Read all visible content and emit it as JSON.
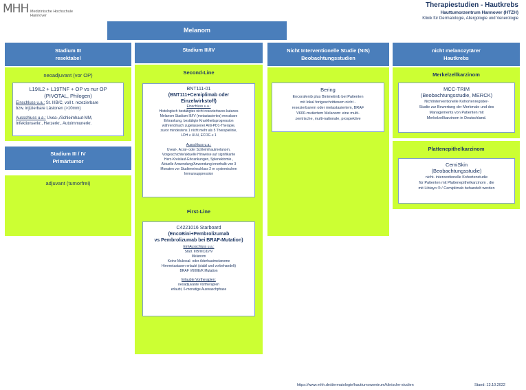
{
  "header": {
    "logo": "MHH",
    "logo_lines": [
      "Medizinische Hochschule",
      "Hannover"
    ],
    "title": "Therapiestudien - Hautkrebs",
    "subtitle1": "Hauttumorzentrum Hannover (HTZH)",
    "subtitle2": "Klinik für Dermatologie, Allergologie und Venerologie"
  },
  "melanom": "Melanom",
  "columns": {
    "c1": {
      "header_line1": "Stadium III",
      "header_line2": "resektabel",
      "section1_title": "neoadjuvant (vor OP)",
      "card1": {
        "title1": "L19IL2 + L19TNF + OP vs nur OP",
        "title2": "(PIVOTAL, Philogen)",
        "ein_label": "Einschluss  u.a.:",
        "ein_text1": " St. IIIB/C, voll t. rezezierbare",
        "ein_text2": "bzw. injizierbare Läsionen (>10mm)",
        "aus_label": "Ausschluss  u.a.:",
        "aus_text1": " Uvea-,/Schleimhaut-MM,",
        "aus_text2": "Infektionserkr., Herzerkr., Autoimmunerkr."
      },
      "header2_line1": "Stadium III / IV",
      "header2_line2": "Primärtumor",
      "section2_title": "adjuvant (tumorfrei)"
    },
    "c2": {
      "header": "Stadium III/IV",
      "second_line": "Second-Line",
      "card1": {
        "title1": "BNT111-01",
        "title2": "(BNT111+Cemiplimab oder",
        "title3": "Einzelwirkstoff)",
        "ein_label": "Einschluss u.a.:",
        "ein_lines": [
          "Histologisch bestätigtes nicht resezierbares kutanes",
          "Melanom Stadium III/IV (metastasiertes) messbare",
          "Erkrankung, bestätigte Krankheitsprogression",
          "während/nach zugelassener Anti-PD1-Therapie,",
          "zuvor mindestens 1  nicht mehr als 5 Therapielinie,",
          "LDH ≤ ULN, ECOG ≤ 1"
        ],
        "aus_label": "Ausschluss u.a.:",
        "aus_lines": [
          "Uveal-, Acral- oder Schleimhautmelanom,",
          "Vorgeschichte/aktuelle Hinweise auf signifikante",
          "Herz-Kreislauf-Erkrankungen, Splenektomie ,",
          "Aktuelle Anwendung/Anwendung innerhalb von 3",
          "Monaten vor Studieneinschluss 2 er systemischen",
          "Immunsuppression"
        ]
      },
      "first_line": "First-Line",
      "card2": {
        "title1": "C4221016 Starboard",
        "title2": "(EncoBini+Pembrolizumab",
        "title3": "vs Pembrolizumab bei BRAF-Mutation)",
        "ein_label": "Ein/Ausschluss u.a.:",
        "ein_lines": [
          "Stad. IIIB/IIIC/D/IV",
          "Melanom",
          "Keine Mukosal- oder Aderhautmelanome",
          "Hirnmetastasen erlaubt (stabil und vorbehandelt)",
          "BRAF V600E/K Mutation"
        ],
        "vor_label": "Erlaubte Vortherapien:",
        "vor_lines": [
          "neoadjuvante Vortherapien",
          "erlaubt, 6-monatige Auswaschphase"
        ]
      }
    },
    "c3": {
      "header_line1": "Nicht Interventionelle Studie (NIS)",
      "header_line2": "Beobachtungsstudien",
      "card1": {
        "title": "Bering",
        "lines": [
          "Encorafenib plus Binimetinib bei Patienten",
          "mit lokal fortgeschrittenem nicht -",
          "resezierbarem oder metastasiertem, BRAF",
          "V600-mutiertem Melanom: eine multi-",
          "zentrische, multi-nationale, prospektive"
        ]
      }
    },
    "c4": {
      "header_line1": "nicht melanozytärer",
      "header_line2": "Hautkrebs",
      "section1_title": "Merkelzellkarzinom",
      "card1": {
        "title1": "MCC-TRIM",
        "title2": "(Beobachtungsstudie, MERCK)",
        "lines": [
          "Nichtinterventionelle Kohortenregister-",
          "Studie zur Bewertung der Merkmale und des",
          "Managements von Patienten mit",
          "Merkelzellkarzinom in Deutschland."
        ]
      },
      "section2_title": "Plattenepithelkarzinom",
      "card2": {
        "title1": "CemiSkin",
        "title2": "(Beobachtungsstudie)",
        "lines": [
          "nicht- interventionelle Kohortenstudie",
          "für Patienten mit Plattenepithelkarzinom , die",
          "mit Libtayo ® / Cemiplimab behandelt werden"
        ]
      }
    }
  },
  "footer": {
    "url": "https://www.mhh.de/dermatologie/hauttumorzentrum/klinische-studien",
    "stand": "Stand: 13.10.2022"
  },
  "colors": {
    "header_blue": "#4a7ebb",
    "panel_green": "#ccff33",
    "text_navy": "#1f3864"
  }
}
